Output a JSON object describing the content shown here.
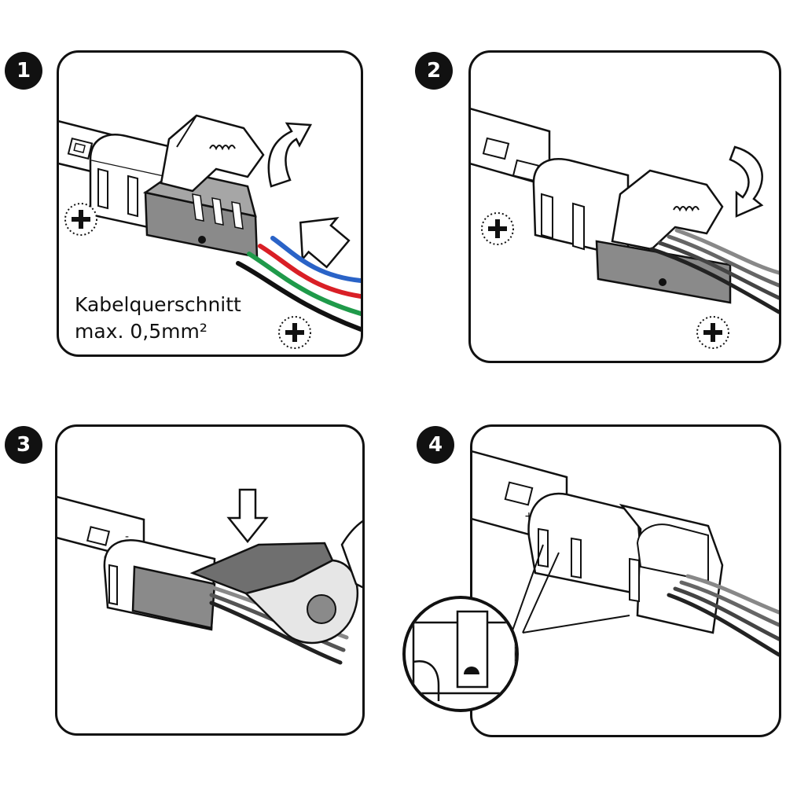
{
  "steps": [
    {
      "number": "1",
      "caption_line1": "Kabelquerschnitt",
      "caption_line2": "max. 0,5mm²"
    },
    {
      "number": "2"
    },
    {
      "number": "3"
    },
    {
      "number": "4"
    }
  ],
  "strip_markings": {
    "plus": "+",
    "minus": "-"
  },
  "colors": {
    "outline": "#111111",
    "housing_gray": "#8a8a8a",
    "housing_dark": "#6f6f6f",
    "wire_black": "#111111",
    "wire_red": "#d91f26",
    "wire_green": "#1f9a4a",
    "wire_blue": "#2a63c7"
  },
  "icons": [
    "plus-circle-icon",
    "curved-arrow-up-icon",
    "curved-arrow-down-icon",
    "arrow-in-icon",
    "arrow-down-icon",
    "pliers-icon",
    "magnifier-icon"
  ]
}
